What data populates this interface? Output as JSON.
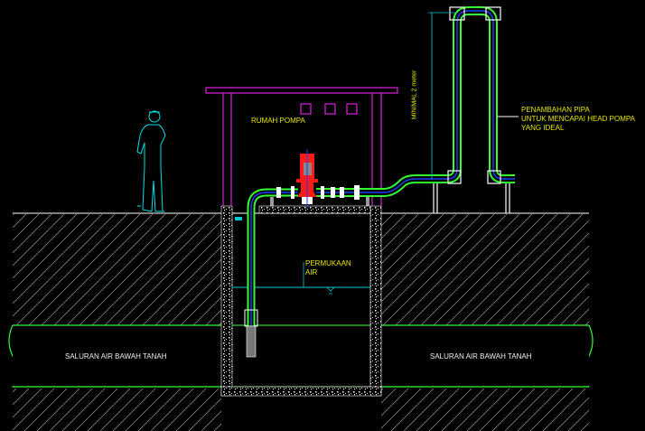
{
  "labels": {
    "pump_house": "RUMAH POMPA",
    "water_surface_1": "PERMUKAAN",
    "water_surface_2": "AIR",
    "channel_left": "SALURAN AIR BAWAH TANAH",
    "channel_right": "SALURAN AIR BAWAH TANAH",
    "min_height": "MINIMAL 2 meter",
    "note_1": "PENAMBAHAN PIPA",
    "note_2": "UNTUK MENCAPAI HEAD POMPA",
    "note_3": "YANG IDEAL"
  },
  "colors": {
    "background": "#000000",
    "pipe_outer": "#33ff33",
    "pipe_inner": "#1e3cff",
    "pump": "#ff1a1a",
    "house": "#e020e0",
    "water": "#00c8d8",
    "text": "#e6e600",
    "ground": "#ffffff"
  }
}
